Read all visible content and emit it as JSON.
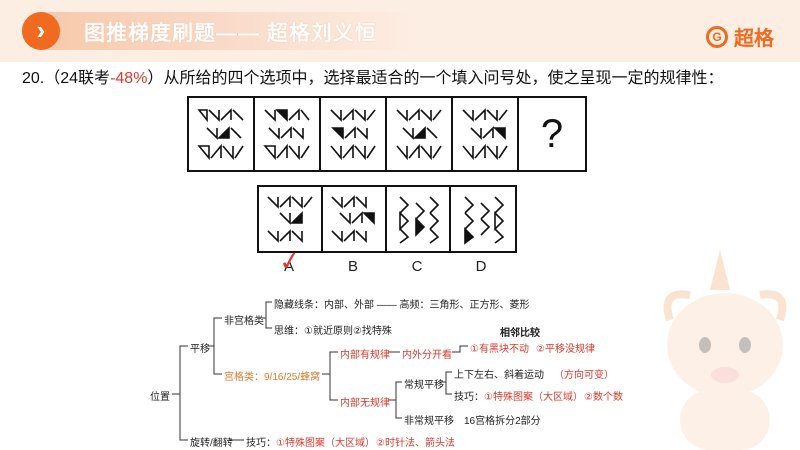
{
  "header": {
    "title": "图推梯度刷题—— 超格刘义恒",
    "brand": "超格"
  },
  "question": {
    "number": "20.",
    "source_prefix": "（24联考",
    "accuracy": "-48%",
    "source_suffix": "）",
    "text": "从所给的四个选项中，选择最适合的一个填入问号处，使之呈现一定的规律性："
  },
  "puzzle": {
    "question_mark": "?",
    "options": [
      "A",
      "B",
      "C",
      "D"
    ],
    "answer_mark": "✓"
  },
  "mindmap": {
    "root": "位置",
    "translate": "平移",
    "non_grid": "非宫格类",
    "hidden_lines": "隐藏线条：内部、外部 —— 高频：三角形、正方形、菱形",
    "thinking": "思维：①就近原则②找特殊",
    "adjacent": "相邻比较",
    "inner_regular": "内部有规律",
    "inner_outer": "内外分开看",
    "black_fixed": "①有黑块不动",
    "translate_no_rule": "②平移没规律",
    "grid": "宫格类：9/16/25/蜂窝",
    "regular_translate": "常规平移",
    "directions": "上下左右、斜着运动",
    "direction_variable": "（方向可变）",
    "tips": "技巧：",
    "special_pattern": "①特殊图案（大区域）",
    "count_cells": "②数个数",
    "inner_irregular": "内部无规律",
    "nonregular": "非常规平移",
    "split16": "16宫格拆分2部分",
    "rotate": "旋转/翻转",
    "rotate_tips": "技巧：",
    "rotate_special": "①特殊图案（大区域）",
    "rotate_clock": "②时针法、箭头法"
  },
  "colors": {
    "accent": "#f06b1f",
    "red": "#e0382b",
    "header_bg": "#fdeee4"
  }
}
